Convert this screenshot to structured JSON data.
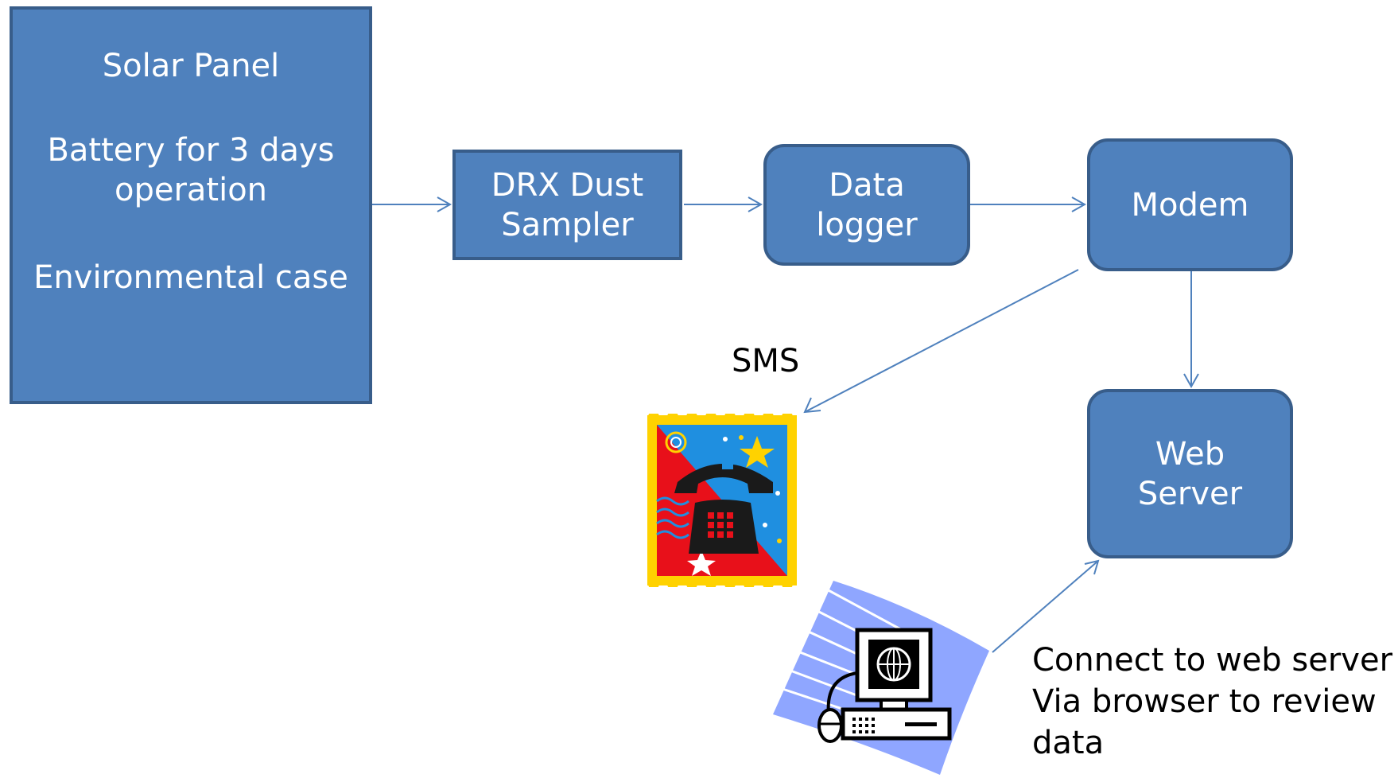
{
  "power_box": {
    "line1": "Solar Panel",
    "line2": "Battery for 3 days",
    "line3": "operation",
    "line4": "Environmental case"
  },
  "sampler_box": {
    "line1": "DRX Dust",
    "line2": "Sampler"
  },
  "logger_box": {
    "line1": "Data",
    "line2": "logger"
  },
  "modem_box": {
    "label": "Modem"
  },
  "webserver_box": {
    "line1": "Web",
    "line2": "Server"
  },
  "sms_label": "SMS",
  "connect_note": {
    "line1": "Connect to web server",
    "line2": "Via browser to review",
    "line3": "data"
  },
  "colors": {
    "box_fill": "#4f81bd",
    "box_border": "#385d8a",
    "arrow": "#4f81bd"
  },
  "icons": [
    "telephone-stamp-icon",
    "computer-terminal-icon"
  ]
}
